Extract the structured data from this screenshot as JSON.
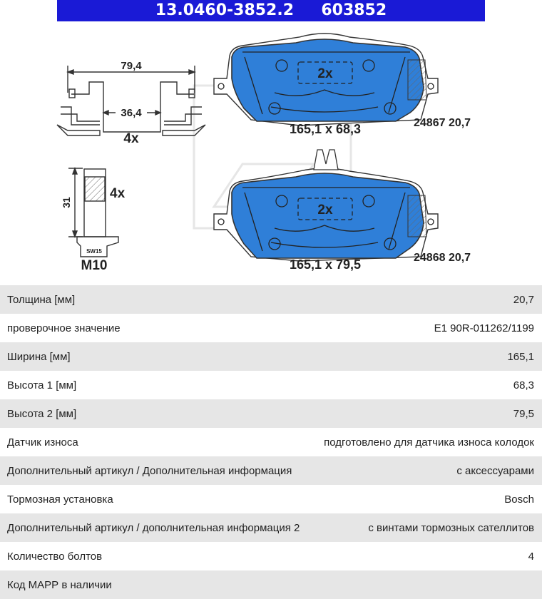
{
  "header": {
    "article_number": "13.0460-3852.2",
    "ref_number": "603852"
  },
  "drawing": {
    "clip": {
      "width_dim": "79,4",
      "inner_dim": "36,4",
      "qty": "4x"
    },
    "bolt": {
      "length_dim": "31",
      "qty": "4x",
      "wrench": "SW15",
      "thread": "M10"
    },
    "pad1": {
      "qty": "2x",
      "size": "165,1 x 68,3",
      "code": "24867 20,7"
    },
    "pad2": {
      "qty": "2x",
      "size": "165,1 x 79,5",
      "code": "24868 20,7"
    }
  },
  "specs": [
    {
      "label": "Толщина [мм]",
      "value": "20,7"
    },
    {
      "label": "проверочное значение",
      "value": "E1 90R-011262/1199"
    },
    {
      "label": "Ширина [мм]",
      "value": "165,1"
    },
    {
      "label": "Высота 1 [мм]",
      "value": "68,3"
    },
    {
      "label": "Высота 2 [мм]",
      "value": "79,5"
    },
    {
      "label": "Датчик износа",
      "value": "подготовлено для датчика износа колодок"
    },
    {
      "label": "Дополнительный артикул / Дополнительная информация",
      "value": "с аксессуарами"
    },
    {
      "label": "Тормозная установка",
      "value": "Bosch"
    },
    {
      "label": "Дополнительный артикул / дополнительная информация 2",
      "value": "с винтами тормозных сателлитов"
    },
    {
      "label": "Количество болтов",
      "value": "4"
    },
    {
      "label": "Код МАРР в наличии",
      "value": ""
    }
  ],
  "colors": {
    "header_bg": "#1a1ad6",
    "pad_fill": "#2f7fd8",
    "row_alt": "#e6e6e6"
  }
}
